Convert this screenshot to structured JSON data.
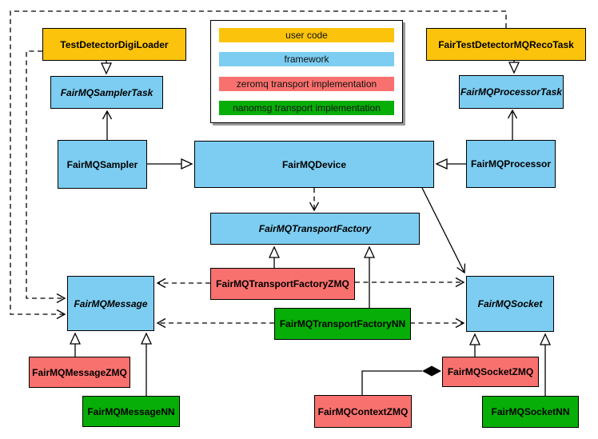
{
  "legend": {
    "items": [
      {
        "id": "user-code",
        "label": "user code",
        "color": "#FBC30B"
      },
      {
        "id": "framework",
        "label": "framework",
        "color": "#7CCDF1"
      },
      {
        "id": "zeromq",
        "label": "zeromq transport implementation",
        "color": "#F9716E"
      },
      {
        "id": "nanomsg",
        "label": "nanomsg transport implementation",
        "color": "#07AE07"
      }
    ]
  },
  "nodes": {
    "testDetectorDigiLoader": {
      "label": "TestDetectorDigiLoader",
      "category": "user-code",
      "abstract": false
    },
    "fairTestDetectorMQRecoTask": {
      "label": "FairTestDetectorMQRecoTask",
      "category": "user-code",
      "abstract": false
    },
    "fairMQSamplerTask": {
      "label": "FairMQSamplerTask",
      "category": "framework",
      "abstract": true
    },
    "fairMQProcessorTask": {
      "label": "FairMQProcessorTask",
      "category": "framework",
      "abstract": true
    },
    "fairMQSampler": {
      "label": "FairMQSampler",
      "category": "framework",
      "abstract": false
    },
    "fairMQDevice": {
      "label": "FairMQDevice",
      "category": "framework",
      "abstract": false
    },
    "fairMQProcessor": {
      "label": "FairMQProcessor",
      "category": "framework",
      "abstract": false
    },
    "fairMQTransportFactory": {
      "label": "FairMQTransportFactory",
      "category": "framework",
      "abstract": true
    },
    "fairMQTransportFactoryZMQ": {
      "label": "FairMQTransportFactoryZMQ",
      "category": "zeromq",
      "abstract": false
    },
    "fairMQTransportFactoryNN": {
      "label": "FairMQTransportFactoryNN",
      "category": "nanomsg",
      "abstract": false
    },
    "fairMQMessage": {
      "label": "FairMQMessage",
      "category": "framework",
      "abstract": true
    },
    "fairMQSocket": {
      "label": "FairMQSocket",
      "category": "framework",
      "abstract": true
    },
    "fairMQMessageZMQ": {
      "label": "FairMQMessageZMQ",
      "category": "zeromq",
      "abstract": false
    },
    "fairMQMessageNN": {
      "label": "FairMQMessageNN",
      "category": "nanomsg",
      "abstract": false
    },
    "fairMQSocketZMQ": {
      "label": "FairMQSocketZMQ",
      "category": "zeromq",
      "abstract": false
    },
    "fairMQSocketNN": {
      "label": "FairMQSocketNN",
      "category": "nanomsg",
      "abstract": false
    },
    "fairMQContextZMQ": {
      "label": "FairMQContextZMQ",
      "category": "zeromq",
      "abstract": false
    }
  },
  "edges": [
    {
      "from": "TestDetectorDigiLoader",
      "to": "FairMQSamplerTask",
      "type": "inheritance"
    },
    {
      "from": "FairTestDetectorMQRecoTask",
      "to": "FairMQProcessorTask",
      "type": "inheritance"
    },
    {
      "from": "FairMQSampler",
      "to": "FairMQDevice",
      "type": "inheritance"
    },
    {
      "from": "FairMQProcessor",
      "to": "FairMQDevice",
      "type": "inheritance"
    },
    {
      "from": "FairMQSampler",
      "to": "FairMQSamplerTask",
      "type": "association"
    },
    {
      "from": "FairMQProcessor",
      "to": "FairMQProcessorTask",
      "type": "association"
    },
    {
      "from": "FairMQDevice",
      "to": "FairMQTransportFactory",
      "type": "dependency"
    },
    {
      "from": "FairMQDevice",
      "to": "FairMQSocket",
      "type": "association"
    },
    {
      "from": "TestDetectorDigiLoader",
      "to": "FairMQMessage",
      "type": "dependency"
    },
    {
      "from": "FairTestDetectorMQRecoTask",
      "to": "FairMQMessage",
      "type": "dependency"
    },
    {
      "from": "FairMQTransportFactoryZMQ",
      "to": "FairMQTransportFactory",
      "type": "inheritance"
    },
    {
      "from": "FairMQTransportFactoryNN",
      "to": "FairMQTransportFactory",
      "type": "inheritance"
    },
    {
      "from": "FairMQTransportFactoryZMQ",
      "to": "FairMQMessage",
      "type": "dependency"
    },
    {
      "from": "FairMQTransportFactoryZMQ",
      "to": "FairMQSocket",
      "type": "dependency"
    },
    {
      "from": "FairMQTransportFactoryNN",
      "to": "FairMQMessage",
      "type": "dependency"
    },
    {
      "from": "FairMQTransportFactoryNN",
      "to": "FairMQSocket",
      "type": "dependency"
    },
    {
      "from": "FairMQMessageZMQ",
      "to": "FairMQMessage",
      "type": "inheritance"
    },
    {
      "from": "FairMQMessageNN",
      "to": "FairMQMessage",
      "type": "inheritance"
    },
    {
      "from": "FairMQSocketZMQ",
      "to": "FairMQSocket",
      "type": "inheritance"
    },
    {
      "from": "FairMQSocketNN",
      "to": "FairMQSocket",
      "type": "inheritance"
    },
    {
      "from": "FairMQContextZMQ",
      "to": "FairMQSocketZMQ",
      "type": "composition"
    }
  ]
}
